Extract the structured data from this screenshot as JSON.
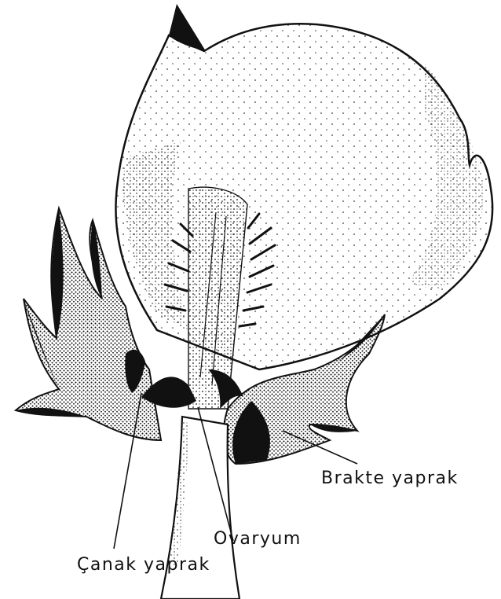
{
  "diagram": {
    "labels": {
      "bract": "Brakte yaprak",
      "ovary": "Ovaryum",
      "sepal": "Çanak yaprak"
    }
  }
}
